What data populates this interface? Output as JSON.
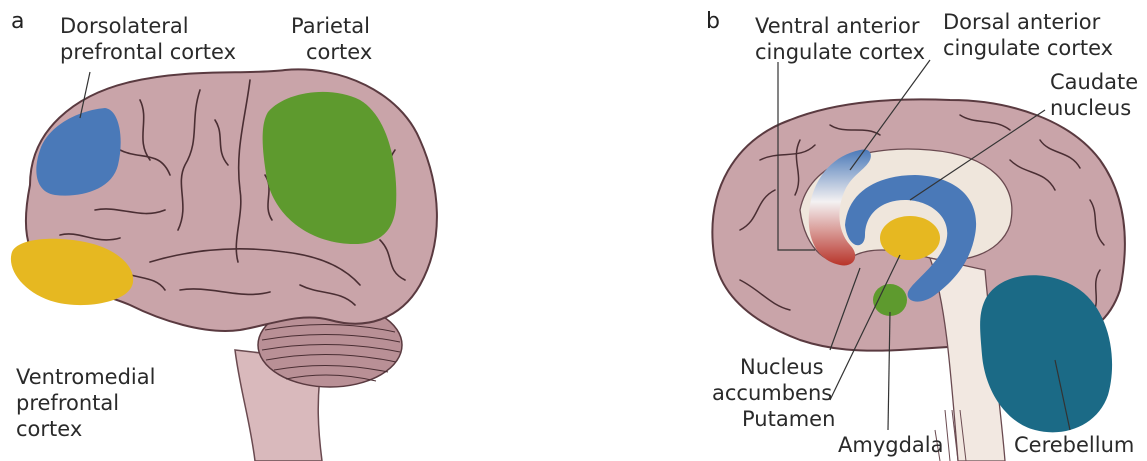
{
  "panels": [
    {
      "letter": "a",
      "labels": {
        "dlpfc_1": "Dorsolateral",
        "dlpfc_2": "prefrontal cortex",
        "parietal_1": "Parietal",
        "parietal_2": "cortex",
        "vmpfc_1": "Ventromedial",
        "vmpfc_2": "prefrontal",
        "vmpfc_3": "cortex"
      }
    },
    {
      "letter": "b",
      "labels": {
        "vacc_1": "Ventral anterior",
        "vacc_2": "cingulate cortex",
        "dacc_1": "Dorsal anterior",
        "dacc_2": "cingulate cortex",
        "caudate_1": "Caudate",
        "caudate_2": "nucleus",
        "nacc_1": "Nucleus",
        "nacc_2": "accumbens",
        "putamen": "Putamen",
        "amygdala": "Amygdala",
        "cerebellum": "Cerebellum"
      }
    }
  ],
  "colors": {
    "brain": "#c9a4a9",
    "brain_dark": "#9e7980",
    "sulcus": "#4a2e33",
    "dlpfc": "#4a79b8",
    "parietal": "#5e9a2e",
    "vmpfc": "#e6b821",
    "caudate": "#4a79b8",
    "putamen": "#e6b821",
    "amygdala": "#5e9a2e",
    "cerebellum": "#1b6a86",
    "vacc": "#b8342a",
    "dacc": "#4a79b8",
    "ventricle": "#efe6dc",
    "stem": "#f2e8e1"
  }
}
